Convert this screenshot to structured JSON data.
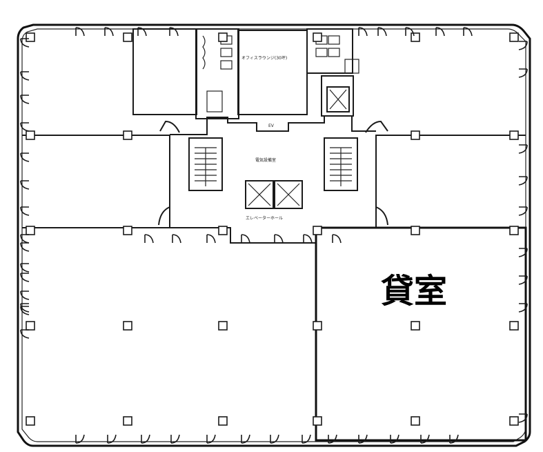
{
  "labels": {
    "rental_room": "貸室",
    "lounge": "オフィスラウンジ(30坪)",
    "electrical_room": "電気設備室",
    "elevator_hall": "エレベーターホール",
    "ev": "EV"
  }
}
